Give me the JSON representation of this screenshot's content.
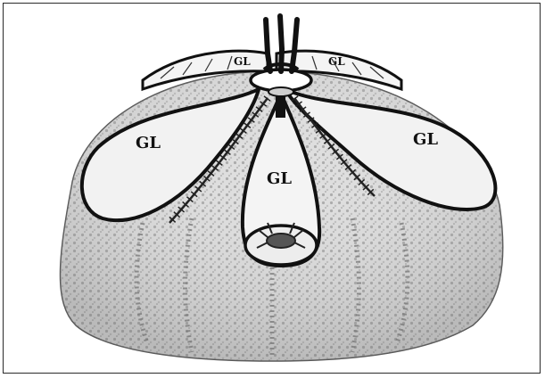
{
  "figure": {
    "labels": {
      "left_petal": "GL",
      "center_petal": "GL",
      "right_petal": "GL",
      "top_left_small": "GL",
      "top_right_small": "GL"
    },
    "colors": {
      "outline": "#111111",
      "petal_fill": "#efefef",
      "test_fill": "#dcdcdc",
      "stipple": "#9a9a9a"
    }
  }
}
